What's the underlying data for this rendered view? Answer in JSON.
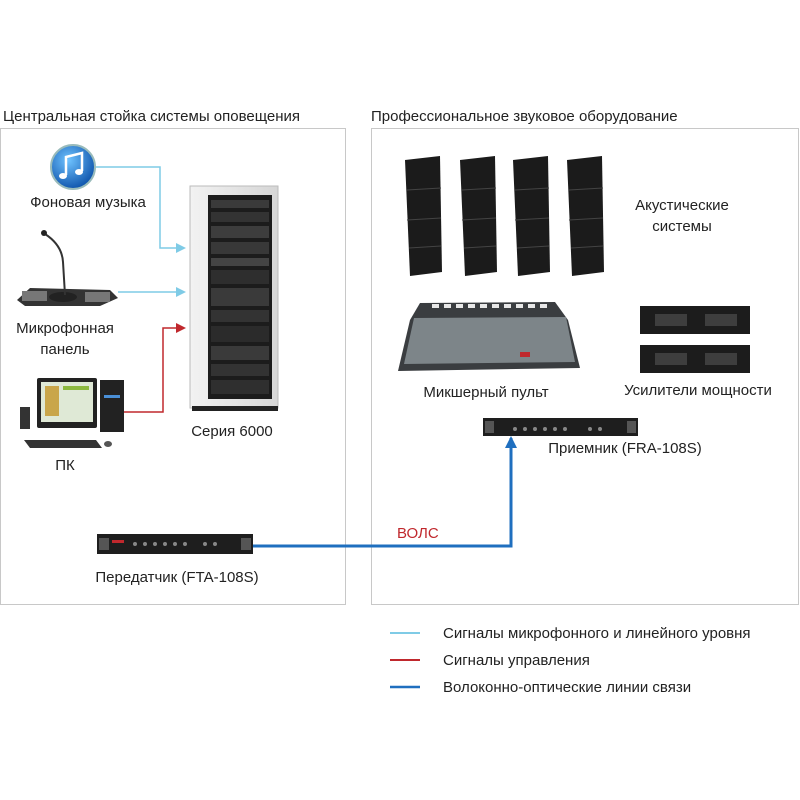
{
  "left_section": {
    "title": "Центральная стойка системы оповещения",
    "music_label": "Фоновая музыка",
    "mic_label_line1": "Микрофонная",
    "mic_label_line2": "панель",
    "pc_label": "ПК",
    "rack_label": "Серия 6000",
    "transmitter_label": "Передатчик (FTA-108S)"
  },
  "right_section": {
    "title": "Профессиональное звуковое оборудование",
    "speakers_label_line1": "Акустические",
    "speakers_label_line2": "системы",
    "mixer_label": "Микшерный пульт",
    "amplifiers_label": "Усилители мощности",
    "receiver_label": "Приемник (FRA-108S)"
  },
  "fiber_label": "ВОЛС",
  "legend": [
    {
      "label": "Сигналы микрофонного и линейного уровня",
      "color": "#7fcbe6"
    },
    {
      "label": "Сигналы управления",
      "color": "#c0282d"
    },
    {
      "label": "Волоконно-оптические линии связи",
      "color": "#1f6fbf"
    }
  ],
  "colors": {
    "audio": "#7fcbe6",
    "control": "#c0282d",
    "fiber": "#1f6fbf",
    "frame": "#c8c8c8"
  }
}
